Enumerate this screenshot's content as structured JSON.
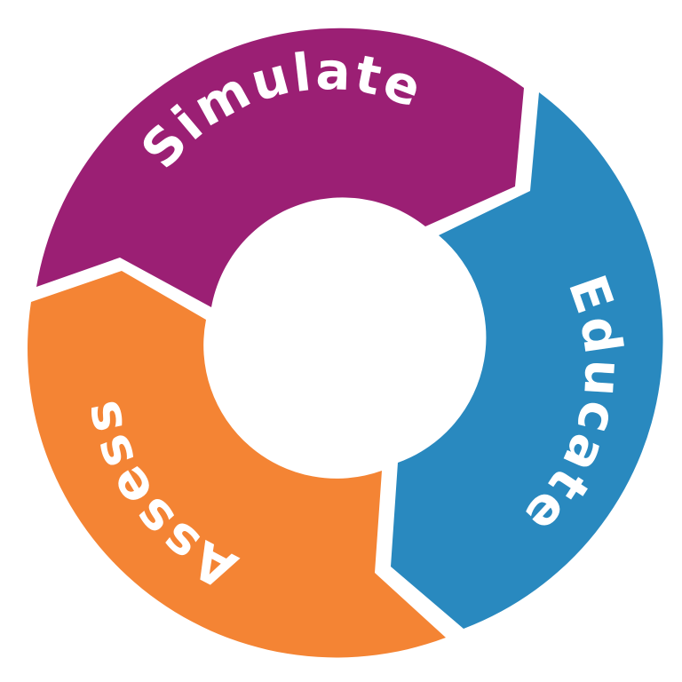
{
  "segments": [
    {
      "label": "Simulate",
      "color": "#9b1f74",
      "text_color": "#ffffff"
    },
    {
      "label": "Educate",
      "color": "#2989bf",
      "text_color": "#ffffff"
    },
    {
      "label": "Assess",
      "color": "#f48434",
      "text_color": "#ffffff"
    }
  ]
}
